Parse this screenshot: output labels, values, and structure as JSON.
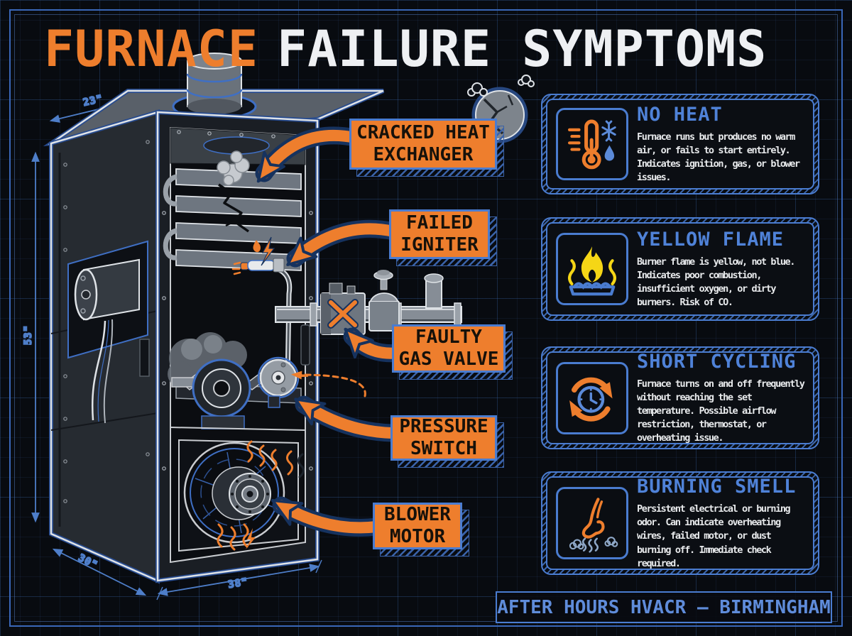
{
  "colors": {
    "background": "#080b10",
    "grid_blue": "#27477f",
    "accent_orange": "#ee7e2d",
    "accent_blue": "#4a7cd0",
    "title_white": "#eef0f3",
    "card_text": "#e8eaec",
    "flame_yellow": "#f5d616",
    "navy_outline": "#16325e"
  },
  "header": {
    "title_accent": "FURNACE",
    "title_rest": "FAILURE SYMPTOMS"
  },
  "diagram": {
    "callouts": [
      {
        "id": "cracked-heat-exchanger",
        "line1": "CRACKED HEAT",
        "line2": "EXCHANGER"
      },
      {
        "id": "failed-igniter",
        "line1": "FAILED",
        "line2": "IGNITER"
      },
      {
        "id": "faulty-gas-valve",
        "line1": "FAULTY",
        "line2": "GAS VALVE"
      },
      {
        "id": "pressure-switch",
        "line1": "PRESSURE",
        "line2": "SWITCH"
      },
      {
        "id": "blower-motor",
        "line1": "BLOWER",
        "line2": "MOTOR"
      }
    ],
    "dimensions": {
      "top": "23\"",
      "left": "53\"",
      "bottom_left": "30\"",
      "bottom": "38\""
    }
  },
  "cards": [
    {
      "icon": "thermometer-freeze-icon",
      "title": "NO HEAT",
      "body": "Furnace runs but produces no warm air, or fails to start entirely. Indicates ignition, gas, or blower issues."
    },
    {
      "icon": "yellow-flame-icon",
      "title": "YELLOW FLAME",
      "body": "Burner flame is yellow, not blue. Indicates poor combustion, insufficient oxygen, or dirty burners. Risk of CO."
    },
    {
      "icon": "clock-cycling-icon",
      "title": "SHORT CYCLING",
      "body": "Furnace turns on and off frequently without reaching the set temperature. Possible airflow restriction, thermostat, or overheating issue."
    },
    {
      "icon": "nose-smell-icon",
      "title": "BURNING SMELL",
      "body": "Persistent electrical or burning odor. Can indicate overheating wires, failed motor, or dust burning off. Immediate check required."
    }
  ],
  "footer": {
    "brand": "AFTER HOURS HVACR — BIRMINGHAM"
  }
}
